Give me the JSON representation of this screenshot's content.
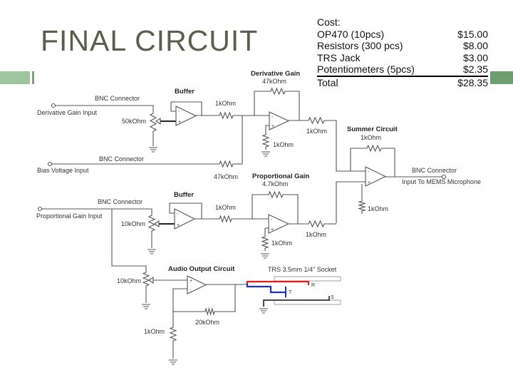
{
  "title": "FINAL CIRCUIT",
  "cost": {
    "heading": "Cost:",
    "items": [
      {
        "name": "OP470 (10pcs)",
        "price": "$15.00"
      },
      {
        "name": "Resistors (300 pcs)",
        "price": "$8.00"
      },
      {
        "name": "TRS Jack",
        "price": "$3.00"
      },
      {
        "name": "Potentiometers (5pcs)",
        "price": "$2.35"
      }
    ],
    "total_label": "Total",
    "total_price": "$28.35"
  },
  "colors": {
    "title": "#5b5e4c",
    "accent_light": "#9fc59f",
    "accent_dark": "#6f9d72",
    "wire_r": "#e02020",
    "wire_t": "#2030c0"
  },
  "schematic": {
    "deriv_input": "Derivative Gain Input",
    "bnc1": "BNC Connector",
    "pot1": "50kOhm",
    "buffer1": "Buffer",
    "r_buf1": "1kOhm",
    "bias_input": "Bias Voltage Input",
    "bnc2": "BNC Connector",
    "r_bias": "47kOhm",
    "deriv_title": "Derivative Gain",
    "deriv_r": "47kOhm",
    "deriv_out_r": "1kOhm",
    "deriv_gnd_r": "1kOhm",
    "summer_title": "Summer Circuit",
    "summer_r": "1kOhm",
    "summer_gnd_r": "1kOhm",
    "bnc_out": "BNC Connector",
    "mems": "Input To MEMS Microphone",
    "prop_input": "Proportional Gain Input",
    "bnc3": "BNC Connector",
    "pot2": "10kOhm",
    "buffer2": "Buffer",
    "r_buf2": "1kOhm",
    "prop_title": "Proportional Gain",
    "prop_r": "4.7kOhm",
    "prop_out_r": "1kOhm",
    "prop_gnd_r": "1kOhm",
    "audio_title": "Audio Output Circuit",
    "pot3": "10kOhm",
    "audio_fb_r": "20kOhm",
    "audio_gnd_r": "1kOhm",
    "socket": "TRS 3.5mm 1/4\" Socket",
    "pin_r": "R",
    "pin_t": "T",
    "pin_s": "S"
  }
}
